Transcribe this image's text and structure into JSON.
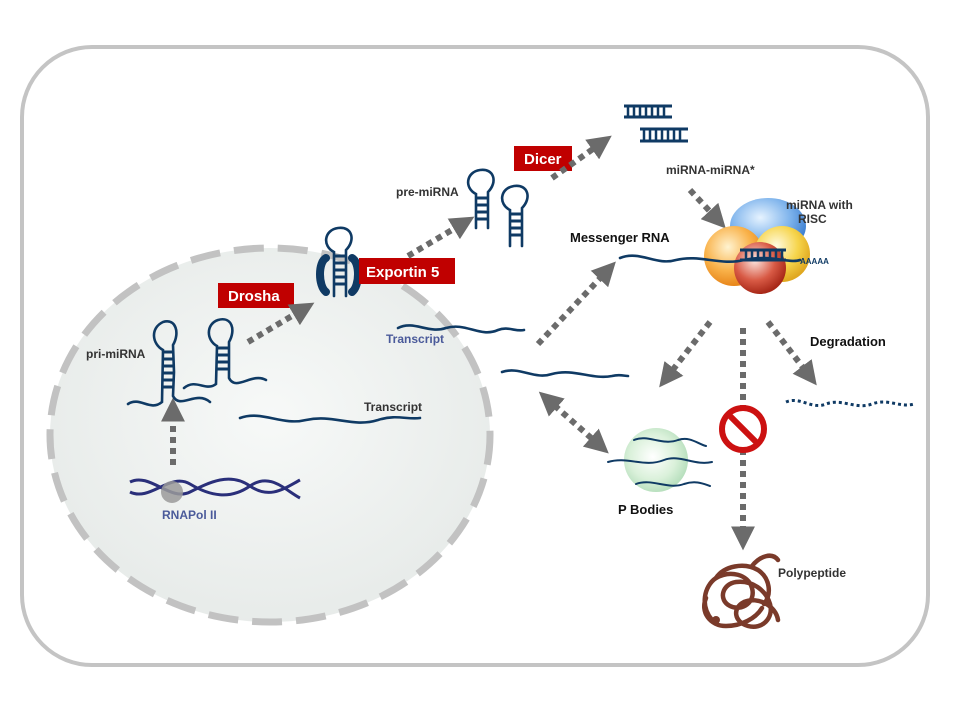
{
  "labels": {
    "pri_mirna": "pri-miRNA",
    "rnapol": "RNAPol II",
    "transcript_blue": "Transcript",
    "transcript": "Transcript",
    "drosha": "Drosha",
    "exportin": "Exportin 5",
    "pre_mirna": "pre-miRNA",
    "dicer": "Dicer",
    "mirna_duplex": "miRNA-miRNA*",
    "mirna_risc_1": "miRNA with",
    "mirna_risc_2": "RISC",
    "messenger": "Messenger RNA",
    "polya": "AAAAA",
    "degradation": "Degradation",
    "pbodies": "P Bodies",
    "polypeptide": "Polypeptide"
  },
  "colors": {
    "enzyme_box": "#c00000",
    "rna": "#0f3a64",
    "arrow": "#6b6b6b",
    "cell_border": "#c4c4c4",
    "nucleus_fill": "#eef1ef",
    "polypeptide": "#7a3a2a"
  },
  "icons": {
    "inhibition": "prohibited-sign-icon",
    "risc": "risc-complex-icon",
    "pbody": "p-body-icon",
    "polypeptide": "polypeptide-coil-icon"
  }
}
